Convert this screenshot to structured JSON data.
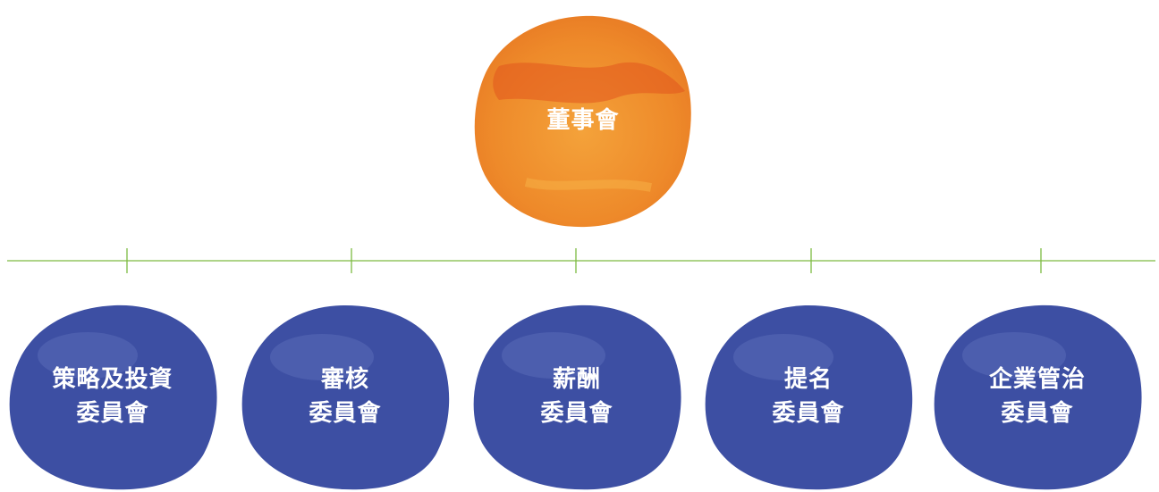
{
  "board": {
    "label": "董事會",
    "color": "#EE8A2A",
    "accent": "#E2561E"
  },
  "committees": [
    {
      "line1": "策略及投資",
      "line2": "委員會"
    },
    {
      "line1": "審核",
      "line2": "委員會"
    },
    {
      "line1": "薪酬",
      "line2": "委員會"
    },
    {
      "line1": "提名",
      "line2": "委員會"
    },
    {
      "line1": "企業管治",
      "line2": "委員會"
    }
  ],
  "colors": {
    "committee_fill": "#3D4FA3",
    "committee_light": "#6A7BC4",
    "connector": "#7DBB42"
  }
}
